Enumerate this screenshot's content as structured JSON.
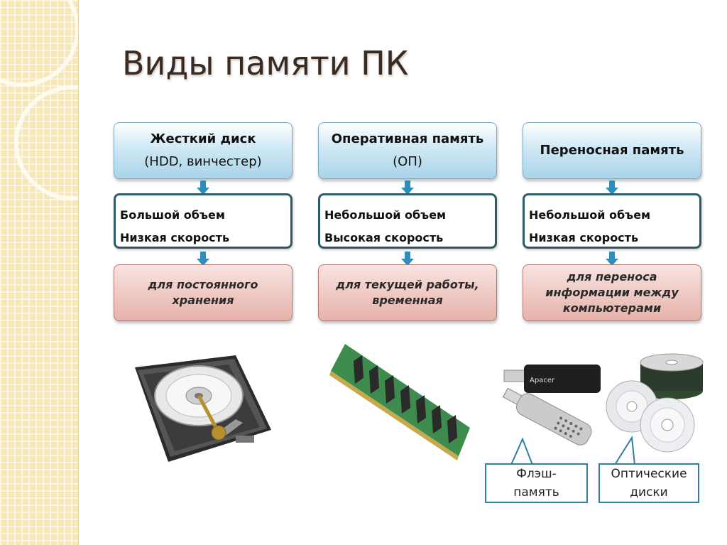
{
  "title": "Виды памяти ПК",
  "columns": [
    {
      "head_line1": "Жесткий диск",
      "head_line2": "(HDD, винчестер)",
      "props": [
        "Большой объем",
        "Низкая скорость"
      ],
      "use": "для постоянного хранения"
    },
    {
      "head_line1": "Оперативная память",
      "head_line2": "(ОП)",
      "props": [
        "Небольшой объем",
        "Высокая скорость"
      ],
      "use": "для текущей работы, временная"
    },
    {
      "head_line1": "Переносная память",
      "head_line2": "",
      "props": [
        "Небольшой объем",
        "Низкая скорость"
      ],
      "use": "для переноса информации между компьютерами"
    }
  ],
  "callouts": {
    "flash": {
      "line1": "Флэш-",
      "line2": "память"
    },
    "optical": {
      "line1": "Оптические",
      "line2": "диски"
    }
  },
  "flash_brand": "Apacer",
  "colors": {
    "header_blue": "#a9d4ea",
    "arrow_blue": "#2d8dbd",
    "use_pink": "#e8b2ab",
    "frame_dark": "#2f5b67"
  },
  "icons": [
    "hard-drive-icon",
    "ram-module-icon",
    "usb-flash-drive-icon",
    "optical-disc-icon"
  ]
}
